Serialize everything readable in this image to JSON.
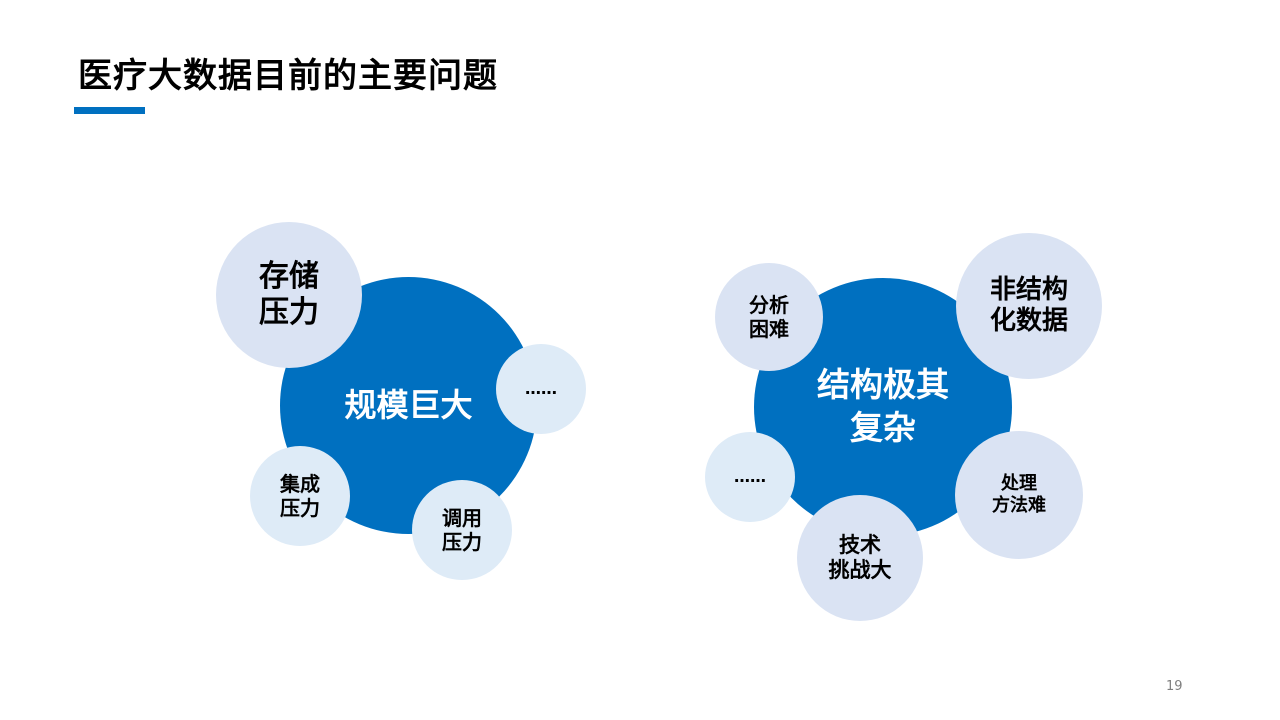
{
  "title": "医疗大数据目前的主要问题",
  "colors": {
    "accent": "#0070C0",
    "bubble": "#DAE3F3"
  },
  "groups": [
    {
      "center": [
        "规模巨大"
      ],
      "bubbles": [
        {
          "lines": [
            "存储",
            "压力"
          ]
        },
        {
          "lines": [
            "……"
          ]
        },
        {
          "lines": [
            "集成",
            "压力"
          ]
        },
        {
          "lines": [
            "调用",
            "压力"
          ]
        }
      ]
    },
    {
      "center": [
        "结构极其",
        "复杂"
      ],
      "bubbles": [
        {
          "lines": [
            "分析",
            "困难"
          ]
        },
        {
          "lines": [
            "非结构",
            "化数据"
          ]
        },
        {
          "lines": [
            "……"
          ]
        },
        {
          "lines": [
            "处理",
            "方法难"
          ]
        },
        {
          "lines": [
            "技术",
            "挑战大"
          ]
        }
      ]
    }
  ],
  "page_number": "19"
}
